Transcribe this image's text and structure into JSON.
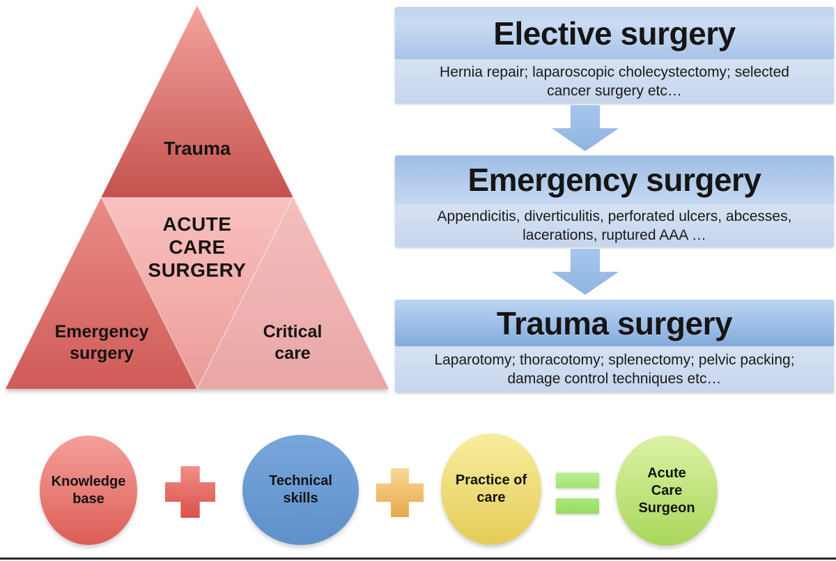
{
  "pyramid": {
    "sections": {
      "trauma": {
        "label": "Trauma",
        "color_top": "#F3A39E",
        "color_bottom": "#C5524D"
      },
      "acute": {
        "label": "ACUTE\nCARE\nSURGERY",
        "color_top": "#F9C1BF",
        "color_bottom": "#EB9B98"
      },
      "emergency": {
        "label": "Emergency\nsurgery",
        "color_top": "#EA8C86",
        "color_bottom": "#CF5B57"
      },
      "critical": {
        "label": "Critical\ncare",
        "color_top": "#F4BFBE",
        "color_bottom": "#E9A6A6"
      }
    }
  },
  "flow": {
    "header_color": "#A6C3E8",
    "description_color": "#CDD9ED",
    "arrow_color": "#8FB5E2",
    "stages": [
      {
        "title": "Elective surgery",
        "description": "Hernia repair; laparoscopic cholecystectomy; selected\ncancer surgery etc…"
      },
      {
        "title": "Emergency surgery",
        "description": "Appendicitis, diverticulitis, perforated ulcers, abcesses,\nlacerations, ruptured AAA …"
      },
      {
        "title": "Trauma surgery",
        "description": "Laparotomy; thoracotomy; splenectomy; pelvic packing;\ndamage control techniques etc…"
      }
    ]
  },
  "equation": {
    "terms": [
      {
        "label": "Knowledge\nbase",
        "color": "#E6716B"
      },
      {
        "label": "Technical\nskills",
        "color": "#6B9BD3"
      },
      {
        "label": "Practice of\ncare",
        "color": "#EEDC7B"
      },
      {
        "label": "Acute\nCare\nSurgeon",
        "color": "#BFE27E"
      }
    ],
    "operators": [
      {
        "type": "plus",
        "color": "#E66A64"
      },
      {
        "type": "plus",
        "color": "#EFC06E"
      },
      {
        "type": "equals",
        "color": "#A5E673"
      }
    ]
  }
}
